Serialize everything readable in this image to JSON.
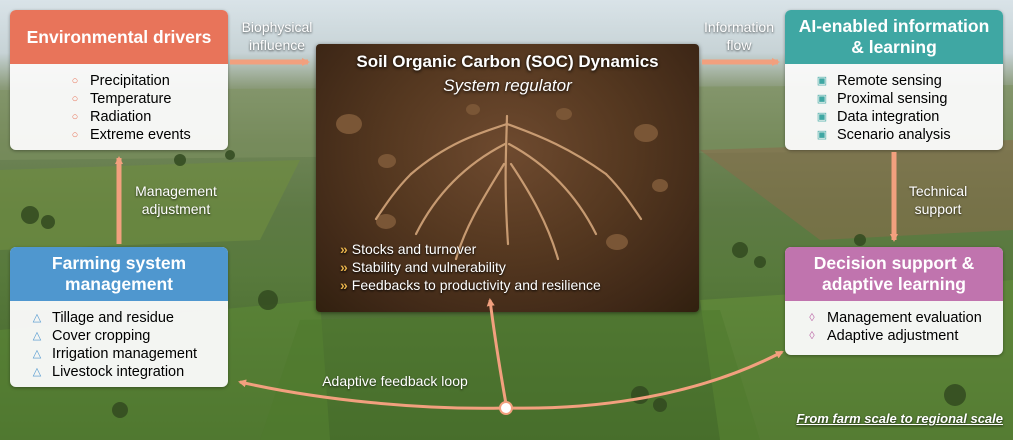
{
  "soc": {
    "title": "Soil Organic Carbon (SOC) Dynamics",
    "subtitle": "System regulator",
    "items": [
      "Stocks and turnover",
      "Stability and vulnerability",
      "Feedbacks to productivity and resilience"
    ]
  },
  "env": {
    "title": "Environmental drivers",
    "items": [
      "Precipitation",
      "Temperature",
      "Radiation",
      "Extreme events"
    ],
    "color": "#e8745a"
  },
  "ai": {
    "title_line1": "AI-enabled information",
    "title_line2": "& learning",
    "items": [
      "Remote sensing",
      "Proximal sensing",
      "Data integration",
      "Scenario analysis"
    ],
    "color": "#3fa7a3"
  },
  "farm": {
    "title_line1": "Farming system",
    "title_line2": "management",
    "items": [
      "Tillage and residue",
      "Cover cropping",
      "Irrigation management",
      "Livestock integration"
    ],
    "color": "#4f97cf"
  },
  "decision": {
    "title_line1": "Decision support &",
    "title_line2": "adaptive learning",
    "items": [
      "Management evaluation",
      "Adaptive adjustment"
    ],
    "color": "#c074ae"
  },
  "arrows": {
    "biophysical_1": "Biophysical",
    "biophysical_2": "influence",
    "information_1": "Information",
    "information_2": "flow",
    "management_1": "Management",
    "management_2": "adjustment",
    "technical_1": "Technical",
    "technical_2": "support",
    "feedback": "Adaptive feedback loop"
  },
  "footer": "From farm scale to regional scale"
}
